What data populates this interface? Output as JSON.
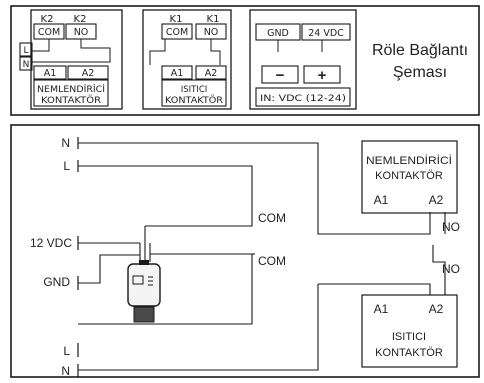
{
  "colors": {
    "line": "#1a1a1a",
    "background": "#ffffff"
  },
  "top_panel": {
    "k2_block": {
      "top_labels": [
        "K2",
        "K2"
      ],
      "terminals": [
        "COM",
        "NO"
      ],
      "side_labels": [
        "L",
        "N"
      ],
      "coil_terminals": [
        "A1",
        "A2"
      ],
      "name_line1": "NEMLENDİRİCİ",
      "name_line2": "KONTAKTÖR"
    },
    "k1_block": {
      "top_labels": [
        "K1",
        "K1"
      ],
      "terminals": [
        "COM",
        "NO"
      ],
      "coil_terminals": [
        "A1",
        "A2"
      ],
      "name_line1": "ISITICI",
      "name_line2": "KONTAKTÖR"
    },
    "power_block": {
      "terminals": [
        "GND",
        "24 VDC"
      ],
      "signs": [
        "−",
        "+"
      ],
      "input_label": "IN: VDC (12-24)"
    },
    "title_line1": "Röle Bağlantı",
    "title_line2": "Şeması"
  },
  "bottom_panel": {
    "left_labels": [
      "N",
      "L",
      "12 VDC",
      "GND",
      "L",
      "N"
    ],
    "com_labels": [
      "COM",
      "COM"
    ],
    "no_labels": [
      "NO",
      "NO"
    ],
    "humidifier_contactor": {
      "line1": "NEMLENDİRİCİ",
      "line2": "KONTAKTÖR",
      "terminals": [
        "A1",
        "A2"
      ]
    },
    "heater_contactor": {
      "line1": "ISITICI",
      "line2": "KONTAKTÖR",
      "terminals": [
        "A1",
        "A2"
      ]
    },
    "device": {
      "icon": "relay-device-icon"
    }
  }
}
